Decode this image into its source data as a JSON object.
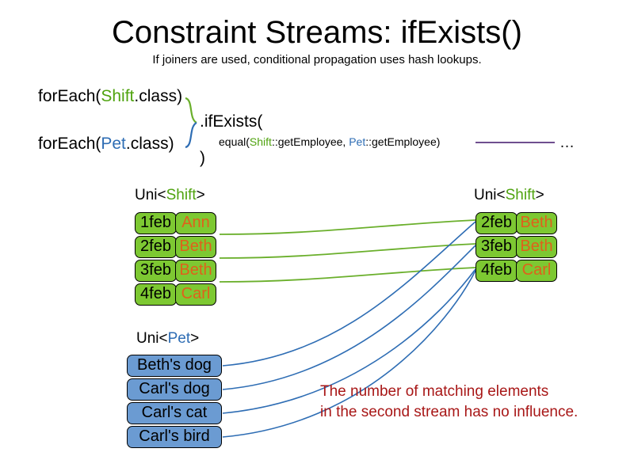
{
  "header": {
    "title": "Constraint Streams: ifExists()",
    "subtitle": "If joiners are used, conditional propagation uses hash lookups."
  },
  "code": {
    "for_each_shift_prefix": "forEach(",
    "for_each_shift_type": "Shift",
    "for_each_shift_suffix": ".class)",
    "for_each_pet_prefix": "forEach(",
    "for_each_pet_type": "Pet",
    "for_each_pet_suffix": ".class)",
    "if_exists": ".ifExists(",
    "equal_prefix": "equal(",
    "equal_shift_type": "Shift",
    "equal_shift_method": "::getEmployee, ",
    "equal_pet_type": "Pet",
    "equal_pet_method": "::getEmployee)",
    "close_paren": ")",
    "ellipsis": "…"
  },
  "streams": {
    "left_label_prefix": "Uni<",
    "left_label_type": "Shift",
    "left_label_suffix": ">",
    "right_label_prefix": "Uni<",
    "right_label_type": "Shift",
    "right_label_suffix": ">",
    "pet_label_prefix": "Uni<",
    "pet_label_type": "Pet",
    "pet_label_suffix": ">"
  },
  "shift_left_rows": [
    {
      "date": "1feb",
      "name": "Ann"
    },
    {
      "date": "2feb",
      "name": "Beth"
    },
    {
      "date": "3feb",
      "name": "Beth"
    },
    {
      "date": "4feb",
      "name": "Carl"
    }
  ],
  "shift_right_rows": [
    {
      "date": "2feb",
      "name": "Beth"
    },
    {
      "date": "3feb",
      "name": "Beth"
    },
    {
      "date": "4feb",
      "name": "Carl"
    }
  ],
  "pet_rows": [
    {
      "label": "Beth's dog"
    },
    {
      "label": "Carl's dog"
    },
    {
      "label": "Carl's cat"
    },
    {
      "label": "Carl's bird"
    }
  ],
  "annotation": {
    "line1": "The number of matching elements",
    "line2": "in the second stream has no influence."
  },
  "colors": {
    "shift_green": "#7DC832",
    "pet_blue": "#6B9BD2",
    "name_orange": "#E0601B",
    "type_shift": "#4FA30F",
    "type_pet": "#2E6DB4",
    "edge_green": "#6AAF2B",
    "edge_blue": "#2E6DB4",
    "joiner_line": "#6F4E8F",
    "annotation_red": "#A81717"
  }
}
